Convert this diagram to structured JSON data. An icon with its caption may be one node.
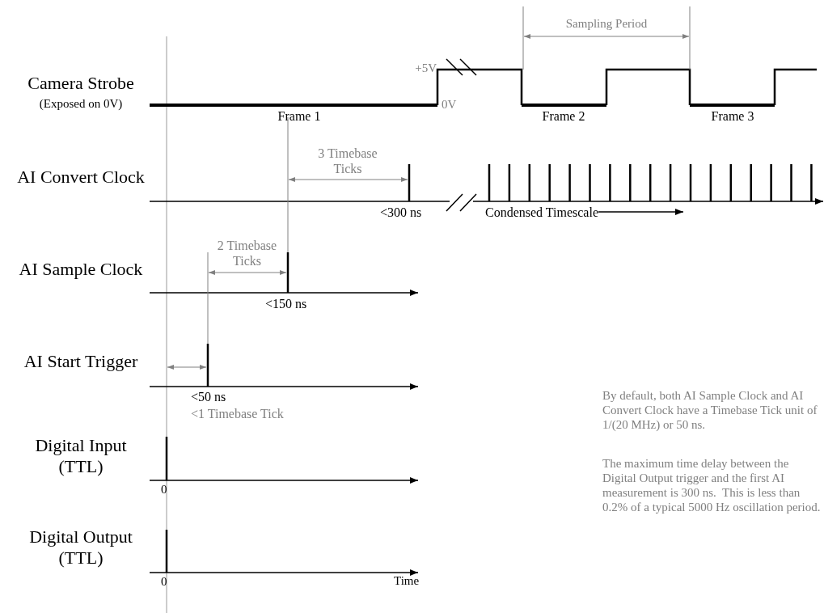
{
  "diagram": {
    "labels": [
      "Sampling Period",
      "Camera Strobe",
      "(Exposed on 0V)",
      "+5V",
      "0V",
      "Frame 1",
      "Frame 2",
      "Frame 3",
      "3 Timebase Ticks",
      "AI Convert Clock",
      "<300 ns",
      "Condensed Timescale",
      "2 Timebase Ticks",
      "AI Sample Clock",
      "<150 ns",
      "AI Start Trigger",
      "<50 ns",
      "<1 Timebase Tick",
      "By default, both AI Sample Clock and AI Convert Clock have a Timebase Tick unit of 1/(20 MHz) or 50 ns.",
      "Digital Input (TTL)",
      "0",
      "The maximum time delay between the Digital Output trigger and the first AI measurement is 300 ns.  This is less than 0.2% of a typical 5000 Hz oscillation period.",
      "Digital Output (TTL)",
      "0",
      "Time"
    ]
  }
}
